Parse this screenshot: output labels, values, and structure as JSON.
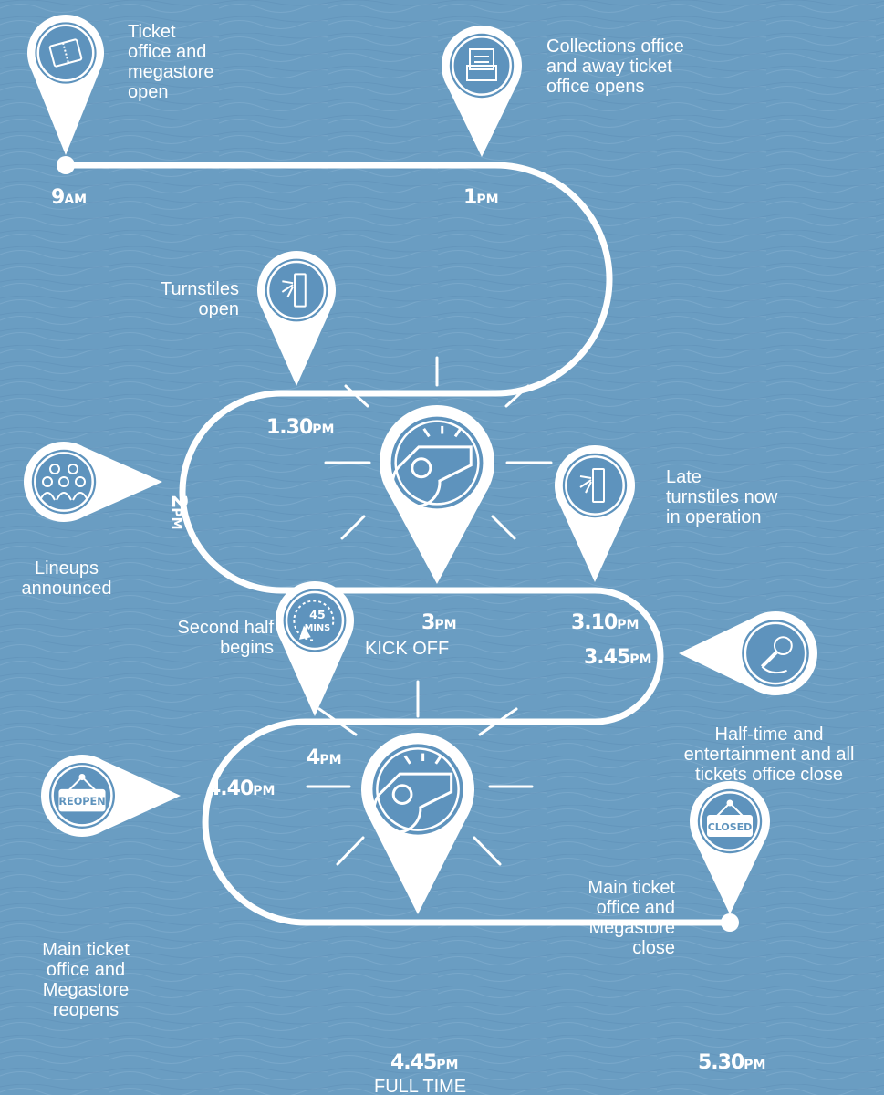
{
  "events": [
    {
      "key": "e1",
      "time": "9",
      "period": "AM",
      "label": [
        "Ticket",
        "office and",
        "megastore",
        "open"
      ],
      "icon": "ticket-icon"
    },
    {
      "key": "e2",
      "time": "1",
      "period": "PM",
      "label": [
        "Collections office",
        "and away ticket",
        "office opens"
      ],
      "icon": "documents-icon"
    },
    {
      "key": "e3",
      "time": "1.30",
      "period": "PM",
      "label": [
        "Turnstiles",
        "open"
      ],
      "icon": "turnstile-icon"
    },
    {
      "key": "e4",
      "time": "2",
      "period": "PM",
      "label": [
        "Lineups",
        "announced"
      ],
      "icon": "crowd-icon"
    },
    {
      "key": "e5",
      "time": "3",
      "period": "PM",
      "label": [
        "KICK OFF"
      ],
      "icon": "whistle-icon"
    },
    {
      "key": "e6",
      "time": "3.10",
      "period": "PM",
      "label": [
        "Late",
        "turnstiles now",
        "in operation"
      ],
      "icon": "turnstile-icon"
    },
    {
      "key": "e7",
      "time": "3.45",
      "period": "PM",
      "label": [
        "Half-time and",
        "entertainment and all",
        "tickets office close"
      ],
      "icon": "microphone-icon"
    },
    {
      "key": "e8",
      "time": "4",
      "period": "PM",
      "label": [
        "Second half",
        "begins"
      ],
      "icon": "timer-icon"
    },
    {
      "key": "e9",
      "time": "4.40",
      "period": "PM",
      "label": [
        "Main ticket",
        "office and",
        "Megastore",
        "reopens"
      ],
      "icon": "reopen-sign-icon"
    },
    {
      "key": "e10",
      "time": "4.45",
      "period": "PM",
      "label": [
        "FULL TIME"
      ],
      "icon": "whistle-icon"
    },
    {
      "key": "e11",
      "time": "5.30",
      "period": "PM",
      "label": [
        "Main ticket",
        "office and",
        "Megastore",
        "close"
      ],
      "icon": "closed-sign-icon"
    }
  ],
  "icon_text": {
    "timer_value": "45",
    "timer_unit": "MINS",
    "reopen_sign": "REOPEN",
    "closed_sign": "CLOSED"
  },
  "colors": {
    "background": "#6a9dc2",
    "route": "#ffffff",
    "icon_fill": "#5e93bd"
  }
}
